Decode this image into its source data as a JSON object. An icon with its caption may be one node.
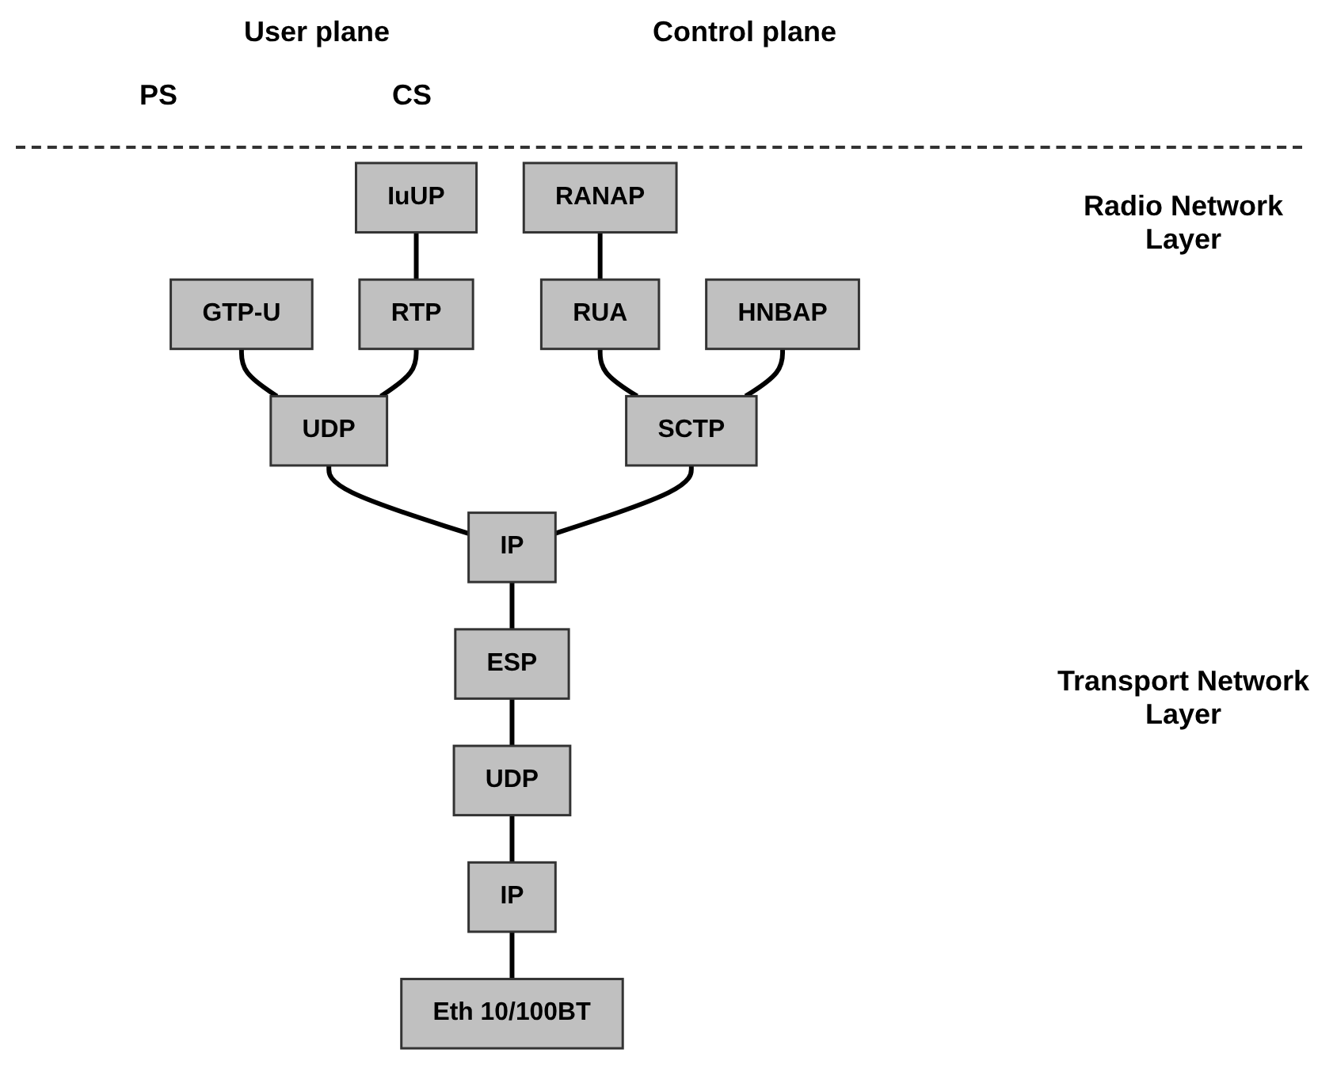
{
  "diagram": {
    "nodes": [
      {
        "text": [
          "RANAP"
        ]
      },
      {
        "text": [
          "HNBAP"
        ]
      },
      {
        "text": [
          "IuUP"
        ]
      },
      {
        "text": [
          "RUA"
        ]
      },
      {
        "text": [
          "GTP-U"
        ]
      },
      {
        "text": [
          "RTP"
        ]
      },
      {
        "text": [
          "UDP"
        ]
      },
      {
        "text": [
          "SCTP"
        ]
      },
      {
        "text": [
          "IP"
        ]
      },
      {
        "text": [
          "ESP"
        ]
      },
      {
        "text": [
          "UDP"
        ]
      },
      {
        "text": [
          "IP"
        ]
      },
      {
        "text": [
          "Eth 10/100BT"
        ]
      }
    ],
    "edges": [
      {
        "from": 0,
        "to": 3,
        "arrow": "none"
      },
      {
        "from": 3,
        "to": 7,
        "arrow": "none"
      },
      {
        "from": 1,
        "to": 7,
        "arrow": "none"
      },
      {
        "from": 2,
        "to": 5,
        "arrow": "none"
      },
      {
        "from": 4,
        "to": 6,
        "arrow": "none"
      },
      {
        "from": 5,
        "to": 6,
        "arrow": "none"
      },
      {
        "from": 6,
        "to": 8,
        "arrow": "none"
      },
      {
        "from": 7,
        "to": 8,
        "arrow": "none"
      },
      {
        "from": 8,
        "to": 9,
        "arrow": "none"
      },
      {
        "from": 9,
        "to": 10,
        "arrow": "none"
      },
      {
        "from": 10,
        "to": 11,
        "arrow": "none"
      },
      {
        "from": 11,
        "to": 12,
        "arrow": "none"
      }
    ],
    "labels": [
      "User plane",
      "Control plane",
      "PS",
      "CS",
      "Radio Network Layer",
      "Transport Network Layer"
    ]
  }
}
